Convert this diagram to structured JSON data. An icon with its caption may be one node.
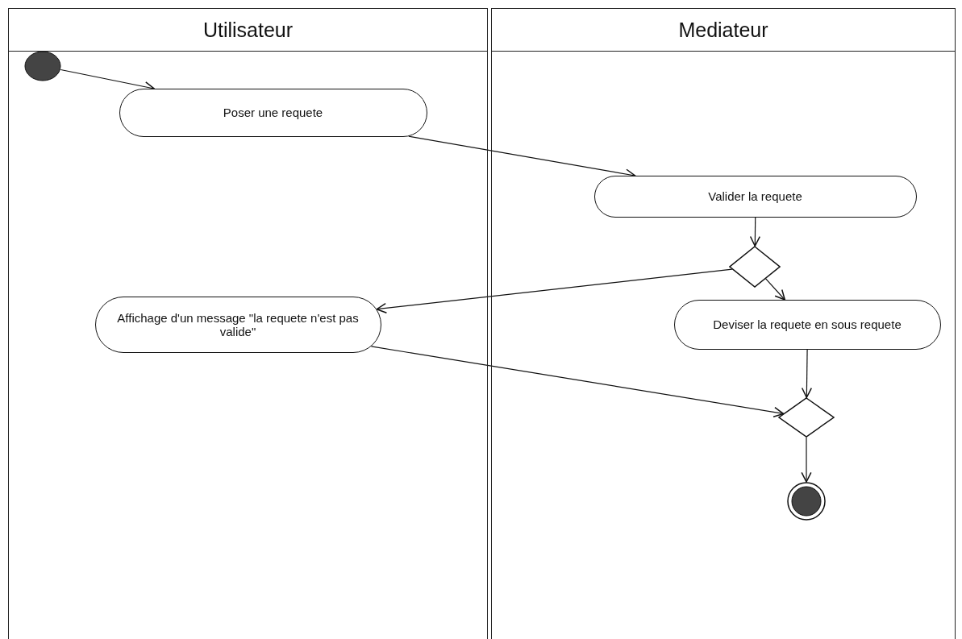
{
  "diagram": {
    "nodes": [
      {
        "text": [
          "Utilisateur"
        ]
      },
      {
        "text": [
          "Mediateur"
        ]
      },
      {
        "text": [],
        "shape": "circle",
        "in": 0
      },
      {
        "text": [
          "Poser une requete"
        ],
        "in": 0
      },
      {
        "text": [
          "Valider la requete"
        ],
        "in": 1
      },
      {
        "text": [],
        "shape": "diamond",
        "in": 1
      },
      {
        "text": [
          "Affichage d'un message \"la requete n'est pas valide\""
        ],
        "in": 0
      },
      {
        "text": [
          "Deviser la requete en sous requete"
        ],
        "in": 1
      },
      {
        "text": [],
        "shape": "diamond",
        "in": 1
      },
      {
        "text": [],
        "shape": "circle",
        "in": 1
      }
    ],
    "edges": [
      {
        "from": 2,
        "to": 3,
        "arrow": "to"
      },
      {
        "from": 3,
        "to": 4,
        "arrow": "to"
      },
      {
        "from": 4,
        "to": 5,
        "arrow": "to"
      },
      {
        "from": 5,
        "to": 6,
        "arrow": "to"
      },
      {
        "from": 5,
        "to": 7,
        "arrow": "to"
      },
      {
        "from": 6,
        "to": 8,
        "arrow": "to"
      },
      {
        "from": 7,
        "to": 8,
        "arrow": "to"
      },
      {
        "from": 8,
        "to": 9,
        "arrow": "to"
      }
    ]
  }
}
